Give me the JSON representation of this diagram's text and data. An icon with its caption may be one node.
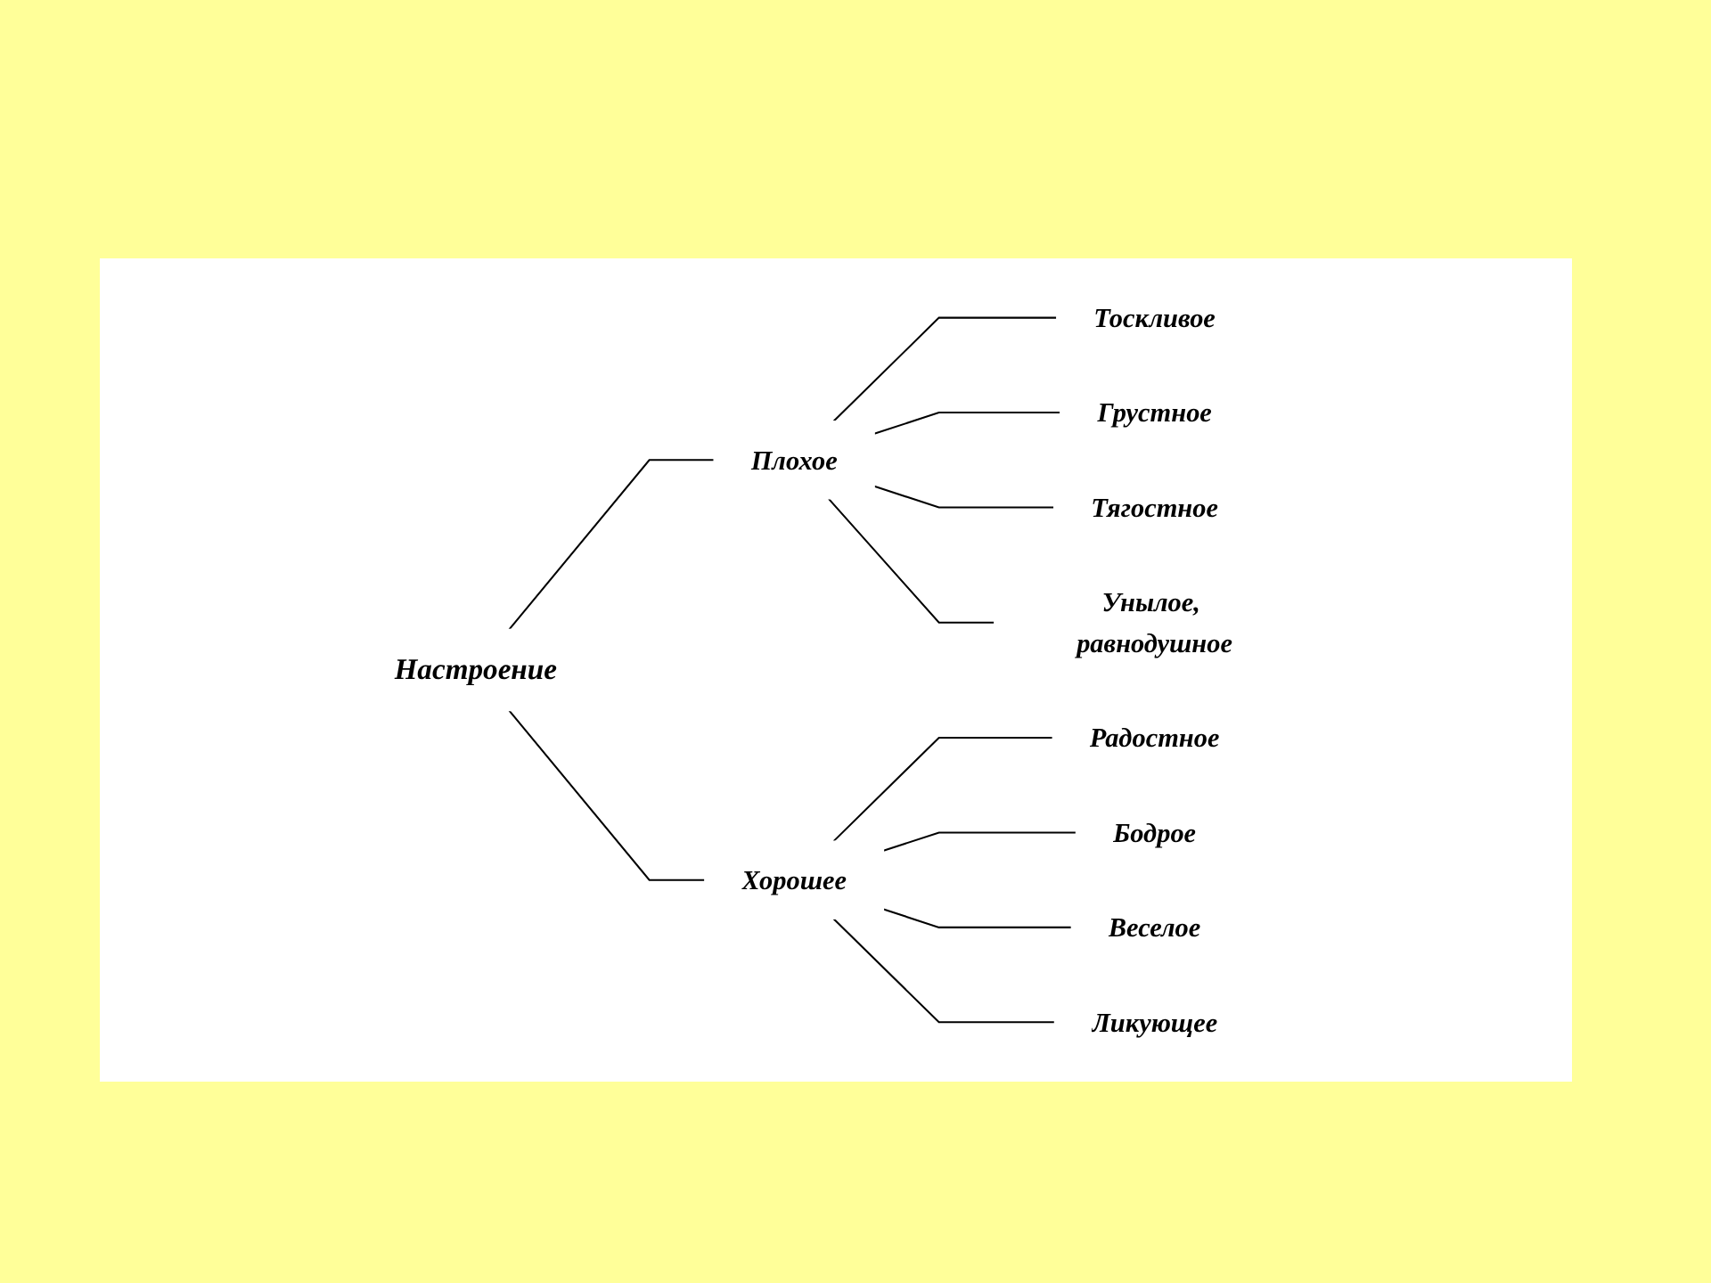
{
  "diagram": {
    "nodes": [
      {
        "text": [
          "Настроение"
        ]
      },
      {
        "text": [
          "Плохое"
        ]
      },
      {
        "text": [
          "Хорошее"
        ]
      },
      {
        "text": [
          "Тоскливое"
        ]
      },
      {
        "text": [
          "Грустное"
        ]
      },
      {
        "text": [
          "Тягостное"
        ]
      },
      {
        "text": [
          "Унылое, равнодушное"
        ]
      },
      {
        "text": [
          "Радостное"
        ]
      },
      {
        "text": [
          "Бодрое"
        ]
      },
      {
        "text": [
          "Веселое"
        ]
      },
      {
        "text": [
          "Ликующее"
        ]
      }
    ],
    "edges": [
      {
        "from": 0,
        "to": 1,
        "arrow": "none"
      },
      {
        "from": 0,
        "to": 2,
        "arrow": "none"
      },
      {
        "from": 1,
        "to": 3,
        "arrow": "none"
      },
      {
        "from": 1,
        "to": 4,
        "arrow": "none"
      },
      {
        "from": 1,
        "to": 5,
        "arrow": "none"
      },
      {
        "from": 1,
        "to": 6,
        "arrow": "none"
      },
      {
        "from": 2,
        "to": 7,
        "arrow": "none"
      },
      {
        "from": 2,
        "to": 8,
        "arrow": "none"
      },
      {
        "from": 2,
        "to": 9,
        "arrow": "none"
      },
      {
        "from": 2,
        "to": 10,
        "arrow": "none"
      }
    ]
  }
}
